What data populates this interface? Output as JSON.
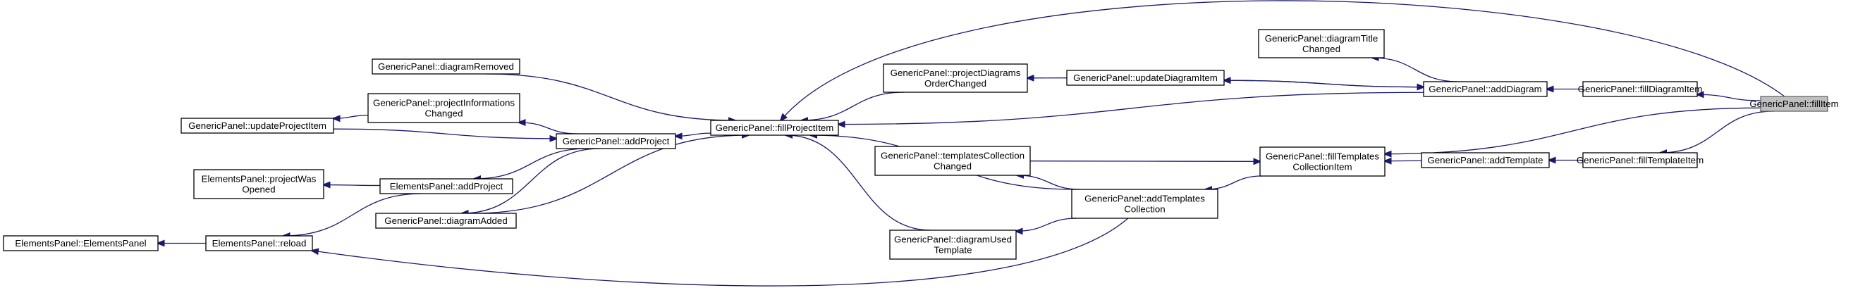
{
  "graph": {
    "colors": {
      "edge": "#191970",
      "node_border": "#000000",
      "current_fill": "#bfbfbf",
      "current_border": "#666666"
    },
    "nodes": [
      {
        "id": "fillItem",
        "lines": [
          "GenericPanel::fillItem"
        ],
        "current": true
      },
      {
        "id": "fillDiagramItem",
        "lines": [
          "GenericPanel::fillDiagramItem"
        ]
      },
      {
        "id": "fillTemplateItem",
        "lines": [
          "GenericPanel::fillTemplateItem"
        ]
      },
      {
        "id": "addDiagram",
        "lines": [
          "GenericPanel::addDiagram"
        ]
      },
      {
        "id": "diagramTitleChanged",
        "lines": [
          "GenericPanel::diagramTitle",
          "Changed"
        ]
      },
      {
        "id": "updateDiagramItem",
        "lines": [
          "GenericPanel::updateDiagramItem"
        ]
      },
      {
        "id": "projectDiagramsOrderChanged",
        "lines": [
          "GenericPanel::projectDiagrams",
          "OrderChanged"
        ]
      },
      {
        "id": "fillProjectItem",
        "lines": [
          "GenericPanel::fillProjectItem"
        ]
      },
      {
        "id": "diagramRemoved",
        "lines": [
          "GenericPanel::diagramRemoved"
        ]
      },
      {
        "id": "projectInformationsChanged",
        "lines": [
          "GenericPanel::projectInformations",
          "Changed"
        ]
      },
      {
        "id": "addProject",
        "lines": [
          "GenericPanel::addProject"
        ]
      },
      {
        "id": "updateProjectItem",
        "lines": [
          "GenericPanel::updateProjectItem"
        ]
      },
      {
        "id": "ep_projectWasOpened",
        "lines": [
          "ElementsPanel::projectWas",
          "Opened"
        ]
      },
      {
        "id": "ep_addProject",
        "lines": [
          "ElementsPanel::addProject"
        ]
      },
      {
        "id": "diagramAdded",
        "lines": [
          "GenericPanel::diagramAdded"
        ]
      },
      {
        "id": "ep_ElementsPanel",
        "lines": [
          "ElementsPanel::ElementsPanel"
        ]
      },
      {
        "id": "ep_reload",
        "lines": [
          "ElementsPanel::reload"
        ]
      },
      {
        "id": "addTemplate",
        "lines": [
          "GenericPanel::addTemplate"
        ]
      },
      {
        "id": "fillTemplatesCollectionItem",
        "lines": [
          "GenericPanel::fillTemplates",
          "CollectionItem"
        ]
      },
      {
        "id": "templatesCollectionChanged",
        "lines": [
          "GenericPanel::templatesCollection",
          "Changed"
        ]
      },
      {
        "id": "addTemplatesCollection",
        "lines": [
          "GenericPanel::addTemplates",
          "Collection"
        ]
      },
      {
        "id": "diagramUsedTemplate",
        "lines": [
          "GenericPanel::diagramUsed",
          "Template"
        ]
      }
    ],
    "edges": [
      [
        "fillDiagramItem",
        "fillItem"
      ],
      [
        "fillTemplateItem",
        "fillItem"
      ],
      [
        "fillProjectItem",
        "fillItem"
      ],
      [
        "fillTemplatesCollectionItem",
        "fillItem"
      ],
      [
        "addDiagram",
        "fillDiagramItem"
      ],
      [
        "addTemplate",
        "fillTemplateItem"
      ],
      [
        "updateDiagramItem",
        "addDiagram"
      ],
      [
        "diagramTitleChanged",
        "addDiagram"
      ],
      [
        "fillProjectItem",
        "addDiagram"
      ],
      [
        "addDiagram",
        "updateDiagramItem"
      ],
      [
        "projectDiagramsOrderChanged",
        "updateDiagramItem"
      ],
      [
        "fillProjectItem",
        "projectDiagramsOrderChanged"
      ],
      [
        "addProject",
        "fillProjectItem"
      ],
      [
        "fillProjectItem",
        "diagramRemoved"
      ],
      [
        "projectInformationsChanged",
        "addProject"
      ],
      [
        "addProject",
        "updateProjectItem"
      ],
      [
        "updateProjectItem",
        "projectInformationsChanged"
      ],
      [
        "ep_addProject",
        "addProject"
      ],
      [
        "fillProjectItem",
        "diagramAdded"
      ],
      [
        "ep_projectWasOpened",
        "ep_addProject"
      ],
      [
        "ep_reload",
        "ep_addProject"
      ],
      [
        "ep_ElementsPanel",
        "ep_reload"
      ],
      [
        "fillTemplatesCollectionItem",
        "addTemplate"
      ],
      [
        "addTemplatesCollection",
        "fillTemplatesCollectionItem"
      ],
      [
        "fillTemplatesCollectionItem",
        "templatesCollectionChanged"
      ],
      [
        "templatesCollectionChanged",
        "addTemplatesCollection"
      ],
      [
        "fillProjectItem",
        "addTemplatesCollection"
      ],
      [
        "diagramUsedTemplate",
        "addTemplatesCollection"
      ],
      [
        "ep_reload",
        "addTemplatesCollection"
      ],
      [
        "fillProjectItem",
        "diagramUsedTemplate"
      ],
      [
        "diagramAdded",
        "addProject"
      ]
    ]
  }
}
